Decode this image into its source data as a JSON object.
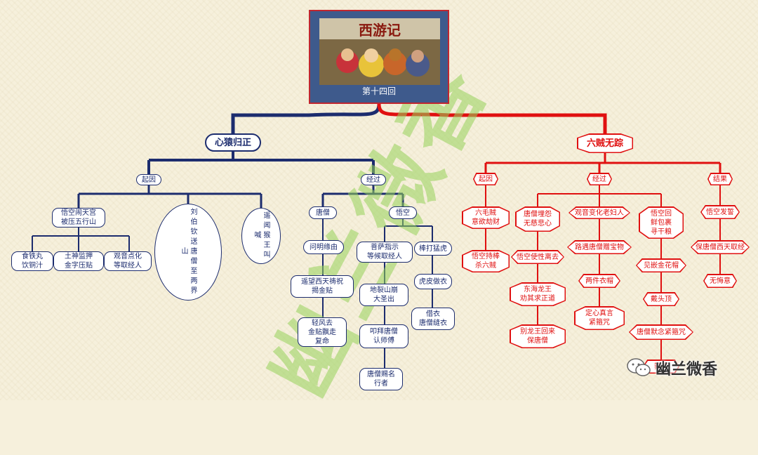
{
  "root": {
    "title": "第十四回",
    "image_logo": "西游记"
  },
  "branches": {
    "left": {
      "label": "心猿归正",
      "color": "#1c2c6e"
    },
    "right": {
      "label": "六贼无踪",
      "color": "#e01010"
    }
  },
  "left": {
    "cause": {
      "label": "起因",
      "items": [
        {
          "label": "悟空闹天宫\n被压五行山",
          "children": [
            "食铁丸\n饮铜汁",
            "土神监押\n金字压贴",
            "观音点化\n等取经人"
          ]
        },
        {
          "label": "刘伯钦送唐僧至两界山"
        },
        {
          "label": "遥闻猴王叫喊"
        }
      ]
    },
    "process": {
      "label": "经过",
      "tang": {
        "label": "唐僧",
        "chain": [
          "问明缘由",
          "遥望西天祷祝\n揭金贴",
          "轻风去\n金贴飘走\n复命"
        ]
      },
      "wukong": {
        "label": "悟空",
        "chainA": [
          "菩萨指示\n等候取经人",
          "地裂山崩\n大圣出",
          "叩拜唐僧\n认师傅",
          "唐僧赐名\n行者"
        ],
        "chainB": [
          "棒打猛虎",
          "虎皮做衣",
          "借衣\n唐僧缝衣"
        ]
      }
    }
  },
  "right": {
    "cause": {
      "label": "起因",
      "chain": [
        "六毛贼\n意欲劫财",
        "悟空持棒\n杀六贼"
      ]
    },
    "process": {
      "label": "经过",
      "col1": [
        "唐僧埋怨\n无慈悲心",
        "悟空使性离去",
        "东海龙王\n劝其求正道",
        "别龙王回来\n保唐僧"
      ],
      "col2": [
        "观音变化老妇人",
        "路遇唐僧赠宝物",
        "两件衣帽",
        "定心真言\n紧箍咒"
      ],
      "col3": [
        "悟空回\n鲜包裹\n寻干粮",
        "见嵌金花帽",
        "戴头顶",
        "唐僧默念紧箍咒",
        "箍痛"
      ]
    },
    "result": {
      "label": "结果",
      "chain": [
        "悟空发誓",
        "保唐僧西天取经",
        "无悔意"
      ]
    }
  },
  "watermark": {
    "text": "幽兰微香"
  },
  "brand": {
    "text": "幽兰微香"
  }
}
